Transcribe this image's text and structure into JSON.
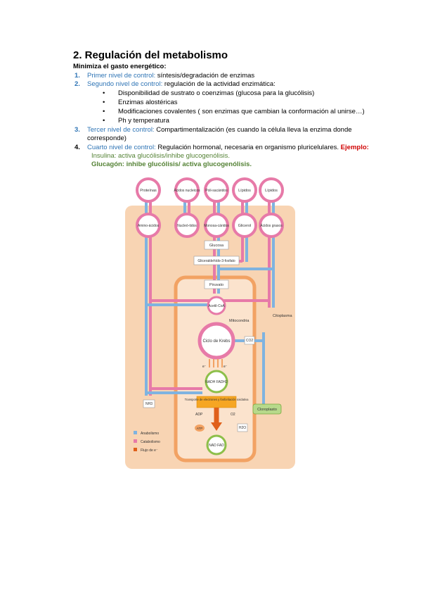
{
  "doc": {
    "heading": "2.  Regulación del metabolismo",
    "intro": "Minimiza el gasto energético:",
    "levels": [
      {
        "num": "1.",
        "label": "Primer nivel de control:",
        "text": " síntesis/degradación de enzimas"
      },
      {
        "num": "2.",
        "label": "Segundo nivel de control:",
        "text": " regulación de la actividad enzimática:"
      },
      {
        "num": "3.",
        "label": "Tercer nivel de control:",
        "text": " Compartimentalización (es cuando la célula lleva la enzima donde",
        "text2": "corresponde)"
      },
      {
        "num": "4.",
        "label": "Cuarto nivel de control:",
        "text": " Regulación hormonal, necesaria en organismo pluricelulares.",
        "example": " Ejemplo:"
      }
    ],
    "bullets": [
      "Disponibilidad de sustrato o coenzimas (glucosa para la glucólisis)",
      "Enzimas alostéricas",
      "Modificaciones covalentes ( son enzimas que cambian la conformación al unirse…)",
      "Ph y temperatura"
    ],
    "insulina": "Insulina: activa glucólisis/inhibe glucogenólisis.",
    "glucagon": "Glucagón: inhibe glucólisis/ activa glucogenólisis."
  },
  "figure": {
    "top_nodes": [
      "Proteínas",
      "Ácidos nucleicos",
      "Poli-sacáridos",
      "Lípidos",
      "Lípidos"
    ],
    "mid_nodes": [
      "Amino-ácidos",
      "Nucleó-tidos",
      "Monosa-cáridos",
      "Glicerol",
      "Ácidos grasos"
    ],
    "glucosa": "Glucosa",
    "gliceraldehido": "Gliceraldehído-3-fosfato",
    "piruvato": "Piruvato",
    "acetil": "Acetil-CoA",
    "mitocondria": "Mitocondria",
    "citoplasma": "Citoplasma",
    "krebs": "Ciclo de Krebs",
    "co2": "CO2",
    "electrons": "e⁻",
    "nadh": "NADH FADH2",
    "nh3": "NH3",
    "transport": "Transporte de electrones y fosforilación oxidativa",
    "cloroplasto": "Cloroplasto",
    "adp": "ADP",
    "atp": "ATP",
    "o2": "O2",
    "h2o": "H2O",
    "nad": "NAD FAD",
    "legend": [
      "Anabolismo",
      "Catabolismo",
      "Flujo de e⁻"
    ],
    "colors": {
      "pink": "#e77aa8",
      "blue": "#7fb3e0",
      "orange_bg": "#f8d4b3",
      "orange": "#f2a263",
      "green": "#8dbf4a"
    }
  }
}
